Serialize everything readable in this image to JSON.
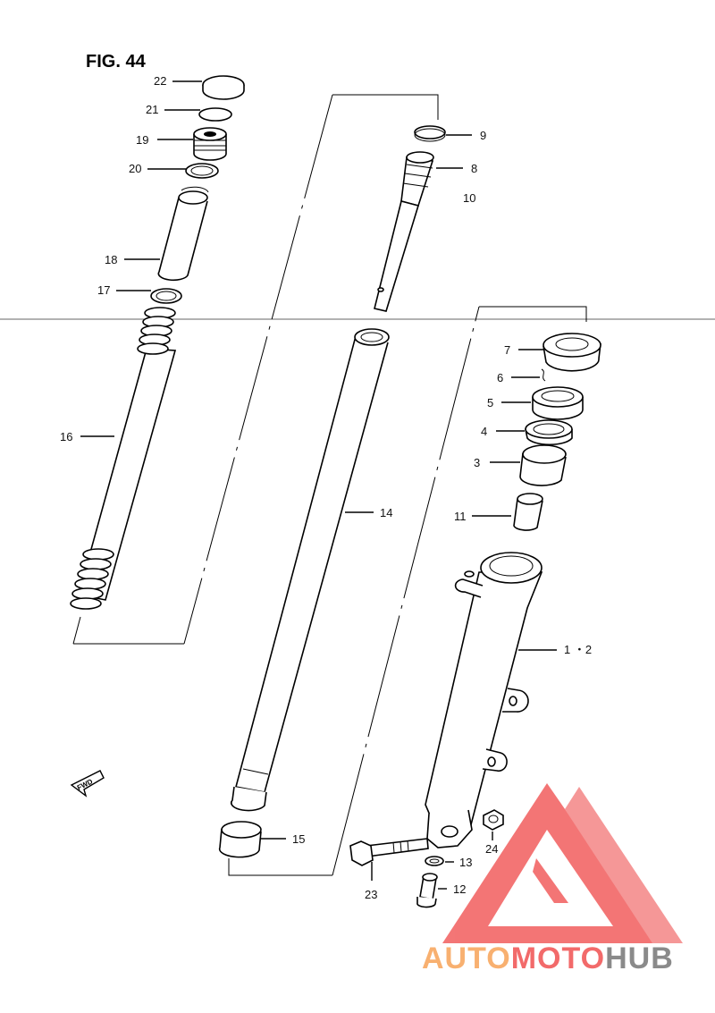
{
  "figure": {
    "title": "FIG. 44"
  },
  "fwd_label": "FWD",
  "labels": {
    "p1": "1 ・2",
    "p3": "3",
    "p4": "4",
    "p5": "5",
    "p6": "6",
    "p7": "7",
    "p8": "8",
    "p9": "9",
    "p10": "10",
    "p11": "11",
    "p12": "12",
    "p13": "13",
    "p14": "14",
    "p15": "15",
    "p16": "16",
    "p17": "17",
    "p18": "18",
    "p19": "19",
    "p20": "20",
    "p21": "21",
    "p22": "22",
    "p23": "23",
    "p24": "24"
  },
  "watermark": {
    "part1": "AUTO",
    "part2": "MOTO",
    "part3": "HUB",
    "color_light": "#f8b070",
    "color_red": "#f26a6a",
    "color_gray": "#8a8a8a"
  }
}
